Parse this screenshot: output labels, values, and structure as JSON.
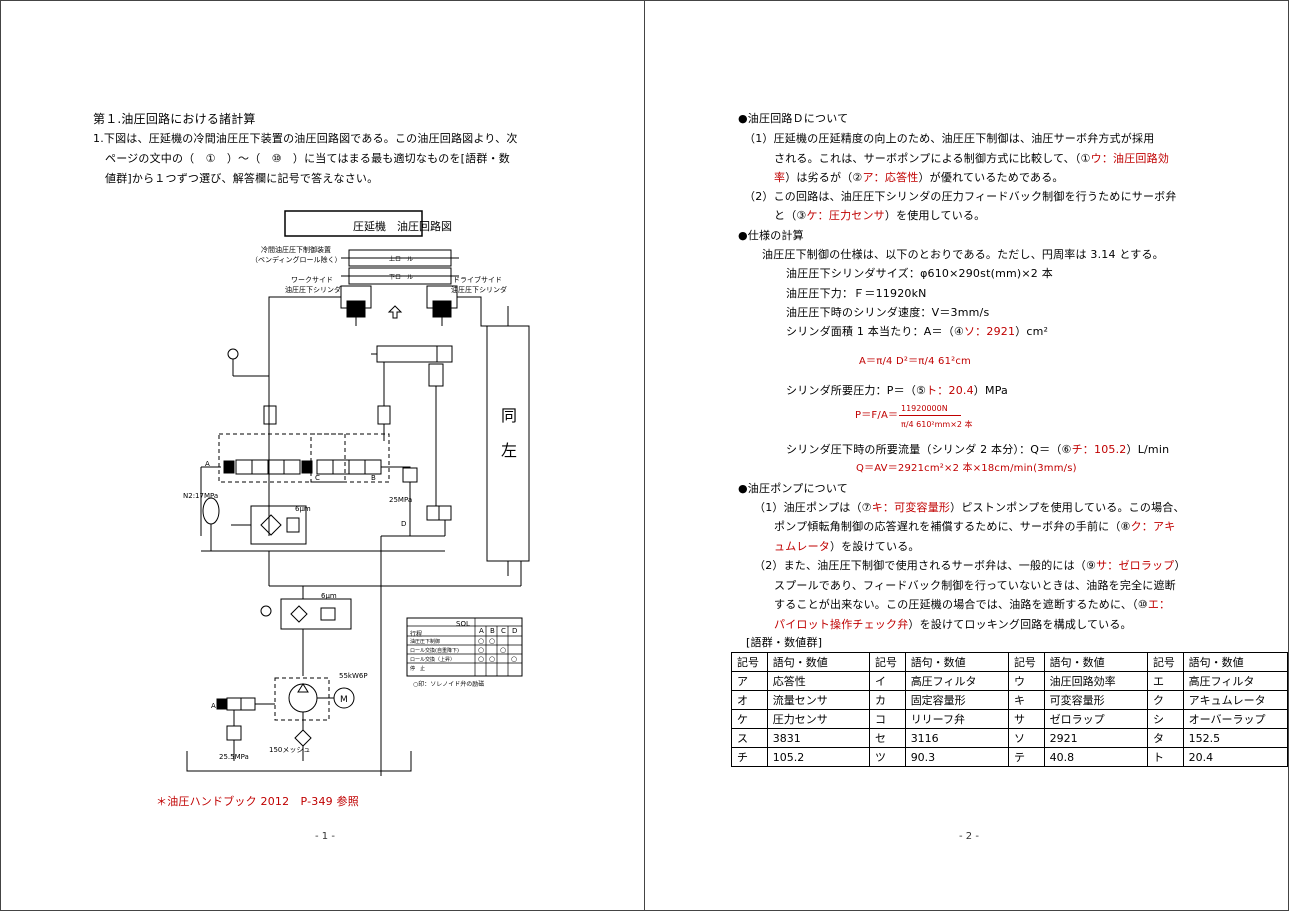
{
  "page1": {
    "heading": "第１.油圧回路における諸計算",
    "q_line1": "1.下図は、圧延機の冷間油圧圧下装置の油圧回路図である。この油圧回路図より、次",
    "q_line2": "ページの文中の（　①　）～（　⑩　）に当てはまる最も適切なものを[語群・数",
    "q_line3": "値群]から１つずつ選び、解答欄に記号で答えなさい。",
    "diagram": {
      "title": "圧延機　油圧回路図",
      "top_note1": "冷間油圧圧下制御装置",
      "top_note2": "（ベンディングロール除く）",
      "upper_roll": "上ロール",
      "lower_roll": "下ロール",
      "work_side1": "ワークサイド",
      "work_side2": "油圧圧下シリンダ",
      "drive_side1": "ドライブサイド",
      "drive_side2": "油圧圧下シリンダ",
      "same_left1": "同",
      "same_left2": "左",
      "n2": "N2:17MPa",
      "mpa25": "25MPa",
      "mpa255": "25.5MPa",
      "mesh150": "150メッシュ",
      "pump": "55kW6P",
      "motor": "M",
      "filter6": "6μm",
      "filter6b": "6μm",
      "lbl_A": "A",
      "lbl_B": "B",
      "lbl_C": "C",
      "lbl_D": "D",
      "lbl_A2": "A",
      "sol_table": {
        "header": "SOL",
        "row_header": "行程",
        "cols": [
          "A",
          "B",
          "C",
          "D"
        ],
        "rows": [
          {
            "label": "油圧圧下制御",
            "marks": [
              "○",
              "○",
              "",
              ""
            ]
          },
          {
            "label": "ロール交換(自重降下)",
            "marks": [
              "○",
              "",
              "○",
              ""
            ]
          },
          {
            "label": "ロール交換（上昇）",
            "marks": [
              "○",
              "○",
              "",
              "○"
            ]
          },
          {
            "label": "停　止",
            "marks": [
              "",
              "",
              "",
              ""
            ]
          }
        ],
        "note": "○印：ソレノイド弁の励磁"
      }
    },
    "reference": "＊油圧ハンドブック 2012　P-349 参照",
    "page_number": "- 1 -"
  },
  "page2": {
    "s1_title": "●油圧回路Ｄについて",
    "s1_p1_l1": "（1）圧延機の圧延精度の向上のため、油圧圧下制御は、油圧サーボ弁方式が採用",
    "s1_p1_l2_a": "される。これは、サーボポンプによる制御方式に比較して、（①",
    "s1_p1_l2_red": "ウ：油圧回路効",
    "s1_p1_l3_red": "率",
    "s1_p1_l3_b": "）は劣るが（②",
    "s1_p1_l3_red2": "ア：応答性",
    "s1_p1_l3_c": "）が優れているためである。",
    "s1_p2_l1": "（2）この回路は、油圧圧下シリンダの圧力フィードバック制御を行うためにサーボ弁",
    "s1_p2_l2_a": "と（③",
    "s1_p2_l2_red": "ケ：圧力センサ",
    "s1_p2_l2_b": "）を使用している。",
    "s2_title": "●仕様の計算",
    "s2_intro": "油圧圧下制御の仕様は、以下のとおりである。ただし、円周率は 3.14 とする。",
    "s2_l1": "油圧圧下シリンダサイズ：φ610×290st(mm)×2 本",
    "s2_l2": "油圧圧下力：Ｆ＝11920kN",
    "s2_l3": "油圧圧下時のシリンダ速度：V＝3mm/s",
    "s2_l4_a": "シリンダ面積 1 本当たり：A＝（④",
    "s2_l4_red": "ソ：2921",
    "s2_l4_b": "）cm²",
    "s2_f1": "A＝π/4 D²＝π/4 61²cm",
    "s2_l5_a": "シリンダ所要圧力：P＝（⑤",
    "s2_l5_red": "ト：20.4",
    "s2_l5_b": "）MPa",
    "s2_f2_lhs": "P＝F/A＝",
    "s2_f2_num": "11920000N",
    "s2_f2_den": "π/4 610²mm×2 本",
    "s2_l6_a": "シリンダ圧下時の所要流量（シリンダ 2 本分）：Q＝（⑥",
    "s2_l6_red": "チ：105.2",
    "s2_l6_b": "）L/min",
    "s2_f3": "Q＝AV＝2921cm²×2 本×18cm/min(3mm/s)",
    "s3_title": "●油圧ポンプについて",
    "s3_p1_l1_a": "（1）油圧ポンプは（⑦",
    "s3_p1_l1_red": "キ：可変容量形",
    "s3_p1_l1_b": "）ピストンポンプを使用している。この場合、",
    "s3_p1_l2_a": "ポンプ傾転角制御の応答遅れを補償するために、サーボ弁の手前に（⑧",
    "s3_p1_l2_red": "ク：アキ",
    "s3_p1_l3_red": "ュムレータ",
    "s3_p1_l3_b": "）を設けている。",
    "s3_p2_l1_a": "（2）また、油圧圧下制御で使用されるサーボ弁は、一般的には（⑨",
    "s3_p2_l1_red": "サ：ゼロラップ",
    "s3_p2_l1_b": "）",
    "s3_p2_l2": "スプールであり、フィードバック制御を行っていないときは、油路を完全に遮断",
    "s3_p2_l3_a": "することが出来ない。この圧延機の場合では、油路を遮断するために、（⑩",
    "s3_p2_l3_red": "エ：",
    "s3_p2_l4_red": "パイロット操作チェック弁",
    "s3_p2_l4_b": "）を設けてロッキング回路を構成している。",
    "table_caption": "[語群・数値群]",
    "table_header": [
      "記号",
      "語句・数値",
      "記号",
      "語句・数値",
      "記号",
      "語句・数値",
      "記号",
      "語句・数値"
    ],
    "table_rows": [
      [
        "ア",
        "応答性",
        "イ",
        "高圧フィルタ",
        "ウ",
        "油圧回路効率",
        "エ",
        "高圧フィルタ"
      ],
      [
        "オ",
        "流量センサ",
        "カ",
        "固定容量形",
        "キ",
        "可変容量形",
        "ク",
        "アキュムレータ"
      ],
      [
        "ケ",
        "圧力センサ",
        "コ",
        "リリーフ弁",
        "サ",
        "ゼロラップ",
        "シ",
        "オーバーラップ"
      ],
      [
        "ス",
        "3831",
        "セ",
        "3116",
        "ソ",
        "2921",
        "タ",
        "152.5"
      ],
      [
        "チ",
        "105.2",
        "ツ",
        "90.3",
        "テ",
        "40.8",
        "ト",
        "20.4"
      ]
    ],
    "page_number": "- 2 -"
  }
}
